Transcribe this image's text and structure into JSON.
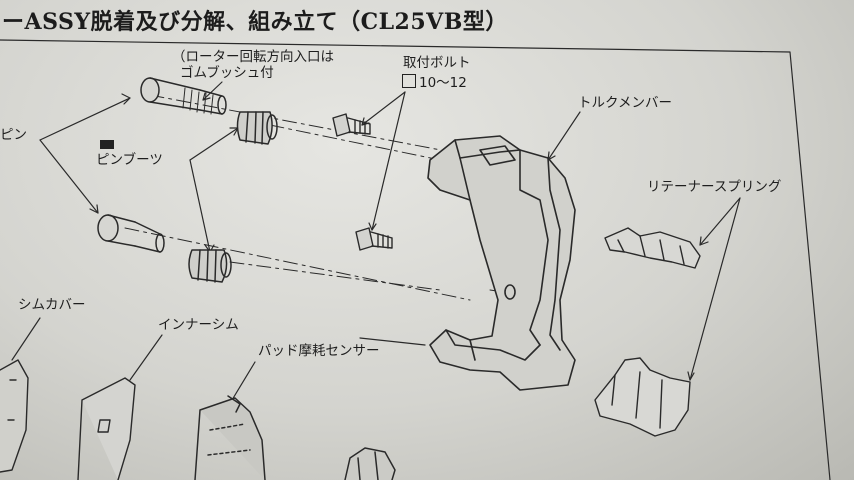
{
  "title": "ーASSY脱着及び分解、組み立て（CL25VB型）",
  "labels": {
    "pin": "ピン",
    "pin_boots": "ピンブーツ",
    "rotor_note_line1": "（ローター回転方向入口は",
    "rotor_note_line2": "ゴムブッシュ付",
    "mount_bolt": "取付ボルト",
    "torque": "10～12",
    "torque_member": "トルクメンバー",
    "retainer_spring": "リテーナースプリング",
    "shim_cover": "シムカバー",
    "inner_shim": "インナーシム",
    "pad_wear_sensor": "パッド摩耗センサー"
  }
}
